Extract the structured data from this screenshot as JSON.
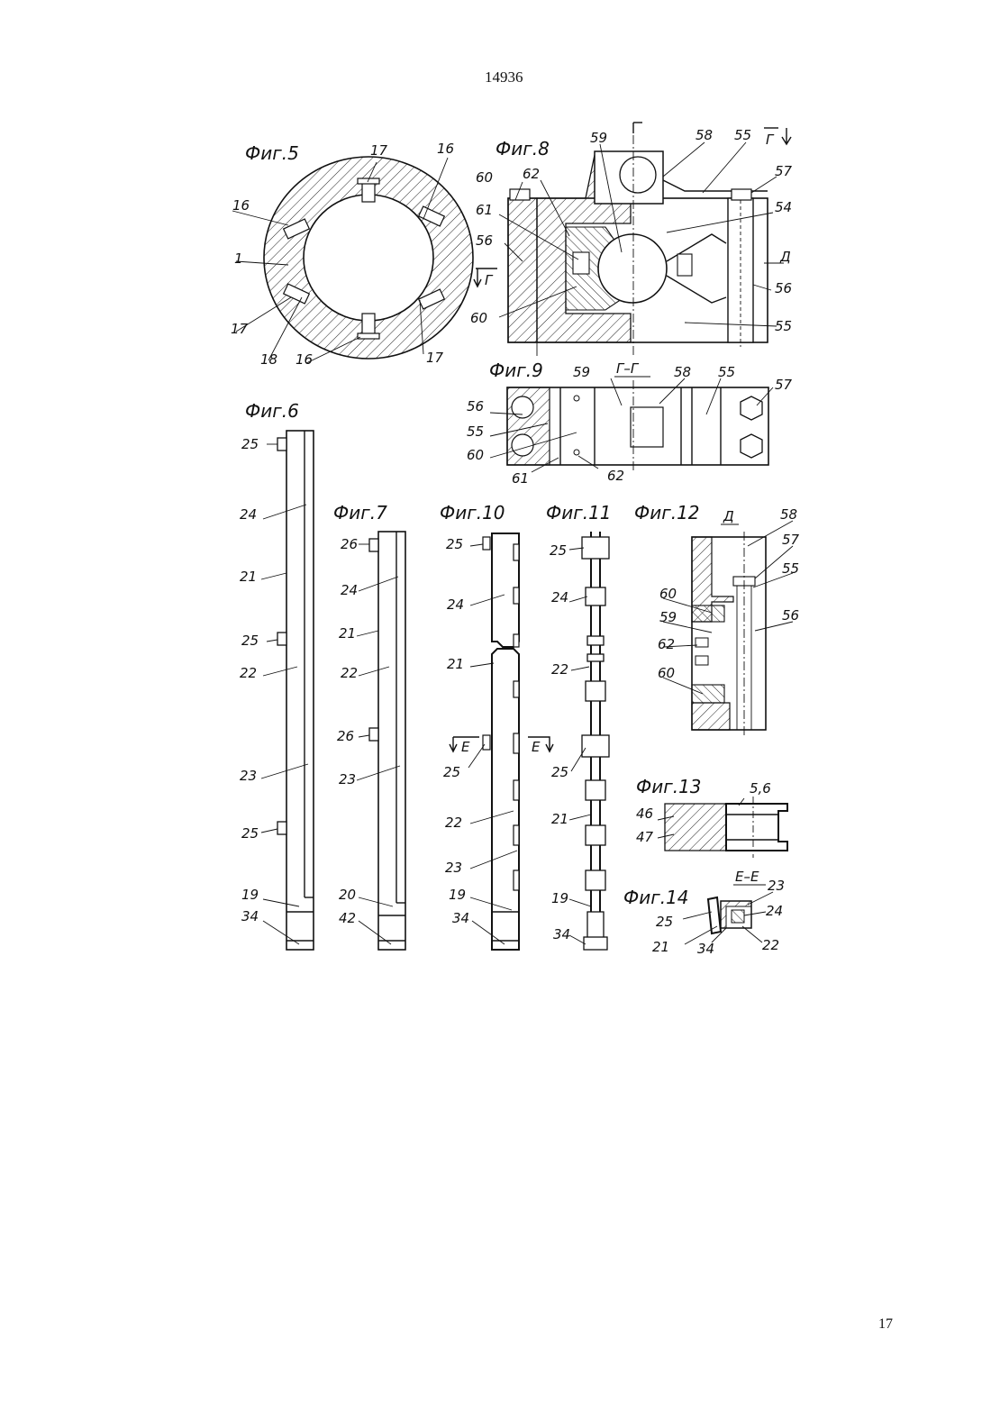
{
  "header": {
    "document_number": "14936"
  },
  "footer": {
    "page_number": "17"
  },
  "figures": {
    "fig5": {
      "title": "Фиг.5",
      "labels": [
        "17",
        "16",
        "16",
        "1",
        "17",
        "18",
        "16",
        "17"
      ]
    },
    "fig8": {
      "title": "Фиг.8",
      "section_mark": "Г",
      "labels": [
        "59",
        "58",
        "55",
        "57",
        "60",
        "62",
        "54",
        "61",
        "56",
        "Д",
        "56",
        "60",
        "55"
      ]
    },
    "fig9": {
      "title": "Фиг.9",
      "section": "Г–Г",
      "labels": [
        "59",
        "58",
        "55",
        "57",
        "56",
        "55",
        "60",
        "61",
        "62"
      ]
    },
    "fig6": {
      "title": "Фиг.6",
      "labels": [
        "25",
        "24",
        "21",
        "25",
        "22",
        "23",
        "25",
        "19",
        "34"
      ]
    },
    "fig7": {
      "title": "Фиг.7",
      "labels": [
        "26",
        "24",
        "21",
        "22",
        "26",
        "23",
        "20",
        "42"
      ]
    },
    "fig10": {
      "title": "Фиг.10",
      "section_mark": "Е",
      "labels": [
        "25",
        "24",
        "21",
        "25",
        "22",
        "23",
        "19",
        "34"
      ]
    },
    "fig11": {
      "title": "Фиг.11",
      "labels": [
        "25",
        "24",
        "22",
        "25",
        "21",
        "19",
        "34"
      ]
    },
    "fig12": {
      "title": "Фиг.12",
      "view": "Д",
      "labels": [
        "58",
        "57",
        "55",
        "60",
        "59",
        "56",
        "62",
        "60"
      ]
    },
    "fig13": {
      "title": "Фиг.13",
      "labels": [
        "5,6",
        "46",
        "47"
      ]
    },
    "fig14": {
      "title": "Фиг.14",
      "section": "Е–Е",
      "labels": [
        "23",
        "24",
        "25",
        "21",
        "34",
        "22"
      ]
    }
  }
}
